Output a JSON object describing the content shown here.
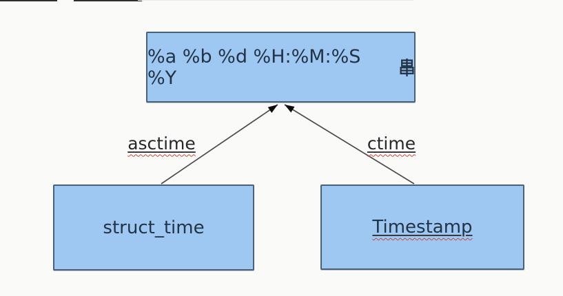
{
  "diagram": {
    "top_box": {
      "label": "%a %b %d %H:%M:%S %Y 串",
      "label_text": "%a %b %d %H:%M:%S %Y",
      "cjk_suffix": "串"
    },
    "left_box": {
      "label": "struct_time"
    },
    "right_box": {
      "label": "Timestamp"
    },
    "edges": [
      {
        "label": "asctime",
        "from": "struct_time",
        "to": "format-string"
      },
      {
        "label": "ctime",
        "from": "Timestamp",
        "to": "format-string"
      }
    ]
  },
  "colors": {
    "background": "#fafaf8",
    "box_fill": "#9ec8f1",
    "box_border": "#48607a",
    "box_text": "#223348",
    "label_text": "#26282c",
    "underline": "#3a3a3a",
    "squiggle": "#bf4a3f",
    "arrow_line": "#4b4b4b",
    "arrowhead": "#0c0c0c"
  }
}
